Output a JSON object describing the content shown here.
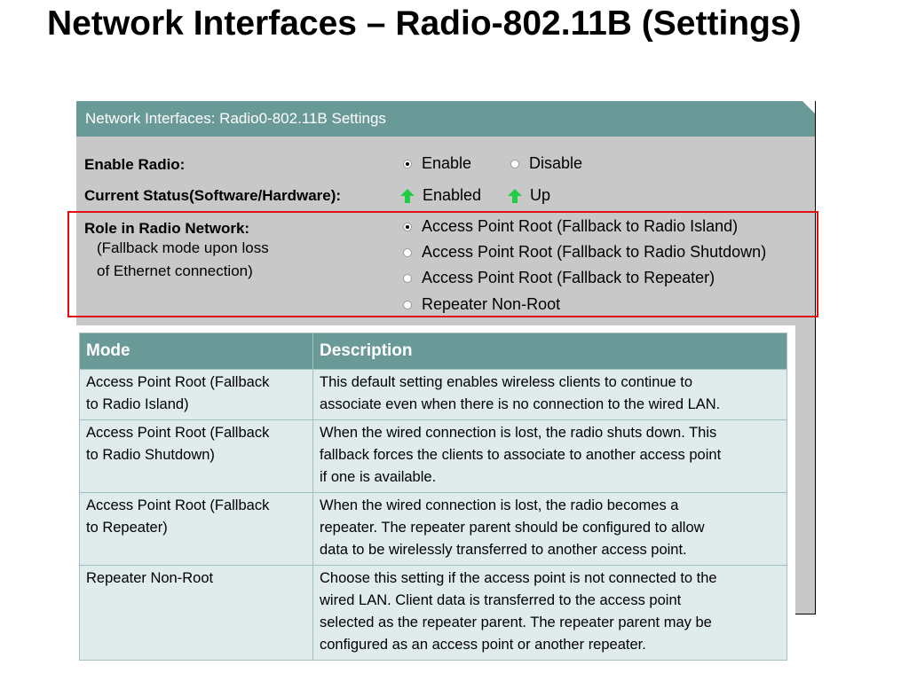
{
  "slide": {
    "title": "Network Interfaces – Radio-802.11B (Settings)"
  },
  "panel": {
    "header": "Network Interfaces: Radio0-802.11B Settings",
    "enable_radio": {
      "label": "Enable Radio:",
      "options": [
        "Enable",
        "Disable"
      ],
      "selected": "Enable"
    },
    "current_status": {
      "label": "Current Status(Software/Hardware):",
      "software": "Enabled",
      "hardware": "Up",
      "icon": "green-up-arrow-icon",
      "icon_color": "#22cc44"
    },
    "role": {
      "label": "Role in Radio Network:",
      "sublabel_line1": "(Fallback mode upon loss",
      "sublabel_line2": "of Ethernet connection)",
      "options": [
        "Access Point Root (Fallback to Radio Island)",
        "Access Point Root (Fallback to Radio Shutdown)",
        "Access Point Root (Fallback to Repeater)",
        "Repeater Non-Root"
      ],
      "selected": "Access Point Root (Fallback to Radio Island)"
    }
  },
  "colors": {
    "header_bg": "#6a9a98",
    "panel_bg": "#c8c8c8",
    "highlight": "#e01010",
    "table_cell_bg": "#dfeceb"
  },
  "mode_table": {
    "headers": [
      "Mode",
      "Description"
    ],
    "rows": [
      {
        "mode": [
          "Access Point Root (Fallback",
          "to Radio Island)"
        ],
        "description": [
          "This default setting enables wireless clients to continue to",
          "associate even when there is no connection to the wired LAN."
        ]
      },
      {
        "mode": [
          "Access Point Root (Fallback",
          "to Radio Shutdown)"
        ],
        "description": [
          "When the wired connection is lost, the radio shuts down. This",
          "fallback forces the clients to associate to another access point",
          "if one is available."
        ]
      },
      {
        "mode": [
          "Access Point Root (Fallback",
          "to Repeater)"
        ],
        "description": [
          "When the wired connection is lost, the radio becomes a",
          "repeater. The repeater parent should be configured to allow",
          "data to be wirelessly transferred to another access point."
        ]
      },
      {
        "mode": [
          "Repeater Non-Root"
        ],
        "description": [
          "Choose this setting if the access point is not connected to the",
          "wired LAN. Client data is transferred to the access point",
          "selected as the repeater parent. The repeater parent may be",
          "configured as an access point or another repeater."
        ]
      }
    ]
  }
}
